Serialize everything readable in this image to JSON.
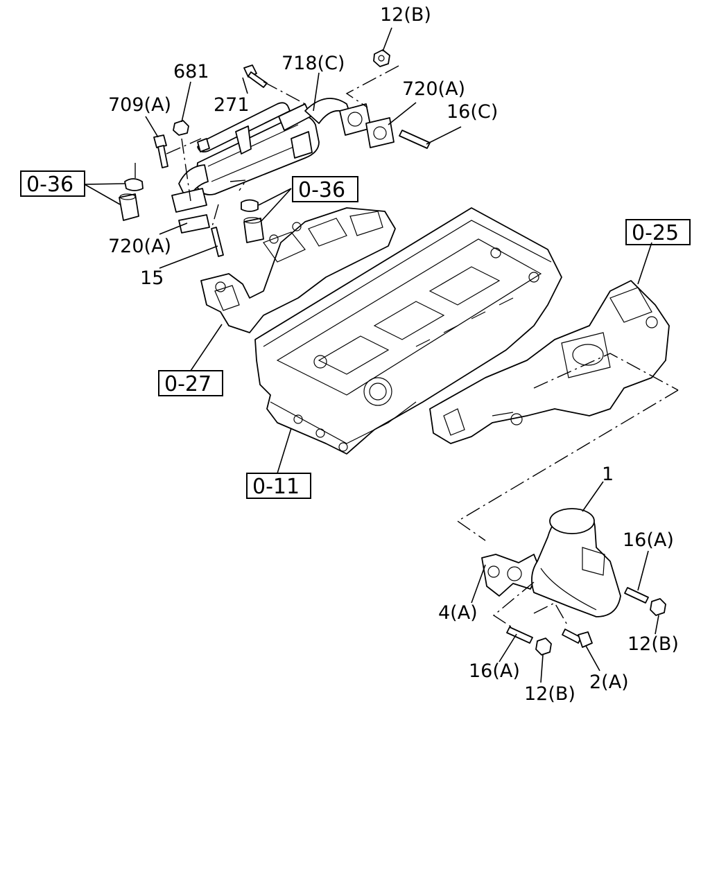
{
  "callouts": {
    "c_12b_top": "12(B)",
    "c_718c": "718(C)",
    "c_681": "681",
    "c_271": "271",
    "c_720a_top": "720(A)",
    "c_709a": "709(A)",
    "c_16c": "16(C)",
    "c_720a_left": "720(A)",
    "c_15": "15",
    "c_1": "1",
    "c_16a_right": "16(A)",
    "c_4a": "4(A)",
    "c_12b_right": "12(B)",
    "c_16a_bottom": "16(A)",
    "c_2a": "2(A)",
    "c_12b_bottom": "12(B)"
  },
  "refs": {
    "r_036_left": "0-36",
    "r_036_mid": "0-36",
    "r_025": "0-25",
    "r_027": "0-27",
    "r_011": "0-11"
  },
  "colors": {
    "line": "#000000",
    "background": "#ffffff"
  }
}
